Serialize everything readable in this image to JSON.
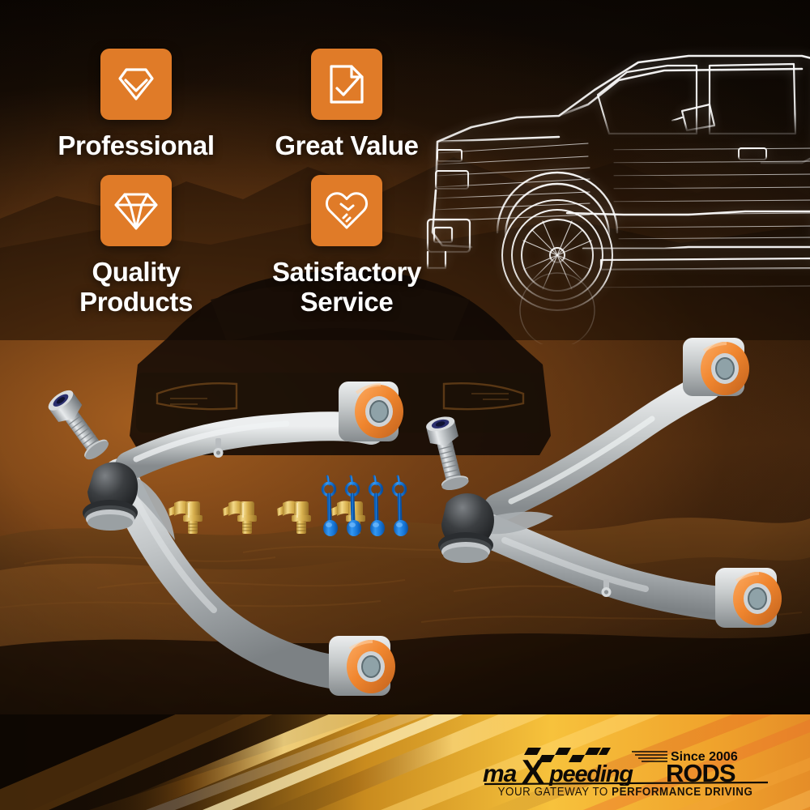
{
  "meta": {
    "product": "Front Upper Control Arms (pair)",
    "accent_orange": "#E07B28",
    "bushing_orange": "#F08A36",
    "arm_gray": "#B9BCBE",
    "text_white": "#FFFFFF",
    "background_dark": "#120A04",
    "banner_gold": "#F0A72C",
    "blue_cap": "#1E7FE0",
    "brass": "#D6AE4A"
  },
  "features": [
    {
      "id": "professional",
      "icon": "diamond-outline-icon",
      "label": "Professional"
    },
    {
      "id": "great-value",
      "icon": "document-check-icon",
      "label": "Great Value"
    },
    {
      "id": "quality",
      "icon": "gem-facets-icon",
      "label": "Quality\nProducts"
    },
    {
      "id": "service",
      "icon": "heart-handshake-icon",
      "label": "Satisfactory\nService"
    }
  ],
  "hero": {
    "wireframe_label": "pickup-truck-wireframe",
    "silhouette_label": "suv-front-silhouette"
  },
  "product_parts": {
    "left_arm": "upper-control-arm-left",
    "right_arm": "upper-control-arm-right",
    "grease_fittings_count": 4,
    "grease_fitting_label": "brass-grease-zerk-fitting",
    "dust_caps_count": 4,
    "dust_cap_label": "blue-grease-cap-with-tether",
    "bushing_label": "orange-polyurethane-bushing",
    "ball_joint_label": "ball-joint-with-stud"
  },
  "brand": {
    "name_part1": "ma",
    "name_part2": "X",
    "name_part3": "peeding",
    "name_part4": "RODS",
    "full_name": "maXpeedingRODS",
    "since": "Since 2006",
    "tagline_light": "YOUR GATEWAY TO ",
    "tagline_bold": "PERFORMANCE DRIVING",
    "flag_label": "checkered-flag-icon",
    "speedlines_label": "speed-lines-icon"
  }
}
